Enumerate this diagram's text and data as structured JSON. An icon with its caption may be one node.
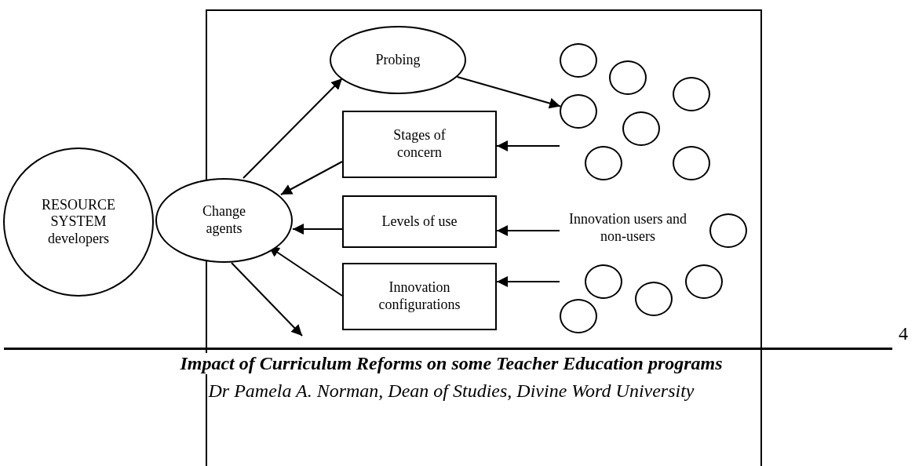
{
  "diagram": {
    "nodes": [
      {
        "text": [
          "RESOURCE SYSTEM developers"
        ]
      },
      {
        "text": [],
        "shape": "box"
      },
      {
        "text": [
          "Change agents"
        ]
      },
      {
        "text": [
          "Probing"
        ],
        "in": 1
      },
      {
        "text": [
          "Stages of concern"
        ],
        "in": 1
      },
      {
        "text": [
          "Levels of use"
        ],
        "in": 1
      },
      {
        "text": [
          "Innovation configurations"
        ],
        "in": 1
      },
      {
        "text": [
          "Innovation users and non-users"
        ],
        "in": 1
      },
      {
        "text": [],
        "shape": "circle",
        "in": 1
      },
      {
        "text": [],
        "shape": "circle",
        "in": 1
      },
      {
        "text": [],
        "shape": "circle",
        "in": 1
      },
      {
        "text": [],
        "shape": "circle",
        "in": 1
      },
      {
        "text": [],
        "shape": "circle",
        "in": 1
      },
      {
        "text": [],
        "shape": "circle",
        "in": 1
      },
      {
        "text": [],
        "shape": "circle",
        "in": 1
      },
      {
        "text": [],
        "shape": "circle",
        "in": 1
      },
      {
        "text": [],
        "shape": "circle",
        "in": 1
      },
      {
        "text": [],
        "shape": "circle",
        "in": 1
      },
      {
        "text": [],
        "shape": "circle",
        "in": 1
      },
      {
        "text": [],
        "shape": "circle",
        "in": 1
      }
    ],
    "edges": [
      {
        "from": 2,
        "to": 3,
        "arrow": "to"
      },
      {
        "from": 3,
        "to": 11,
        "arrow": "to"
      },
      {
        "from": null,
        "to": 4,
        "arrow": "to"
      },
      {
        "from": 4,
        "to": 2,
        "arrow": "to"
      },
      {
        "from": 7,
        "to": 5,
        "arrow": "to"
      },
      {
        "from": 5,
        "to": 2,
        "arrow": "to"
      },
      {
        "from": null,
        "to": 6,
        "arrow": "to"
      },
      {
        "from": 6,
        "to": 2,
        "arrow": "to"
      },
      {
        "from": 2,
        "to": null,
        "arrow": "to"
      }
    ],
    "labels": [
      "4",
      "Impact of Curriculum Reforms on some Teacher Education programs",
      "Dr Pamela A. Norman, Dean of Studies, Divine Word University"
    ]
  }
}
